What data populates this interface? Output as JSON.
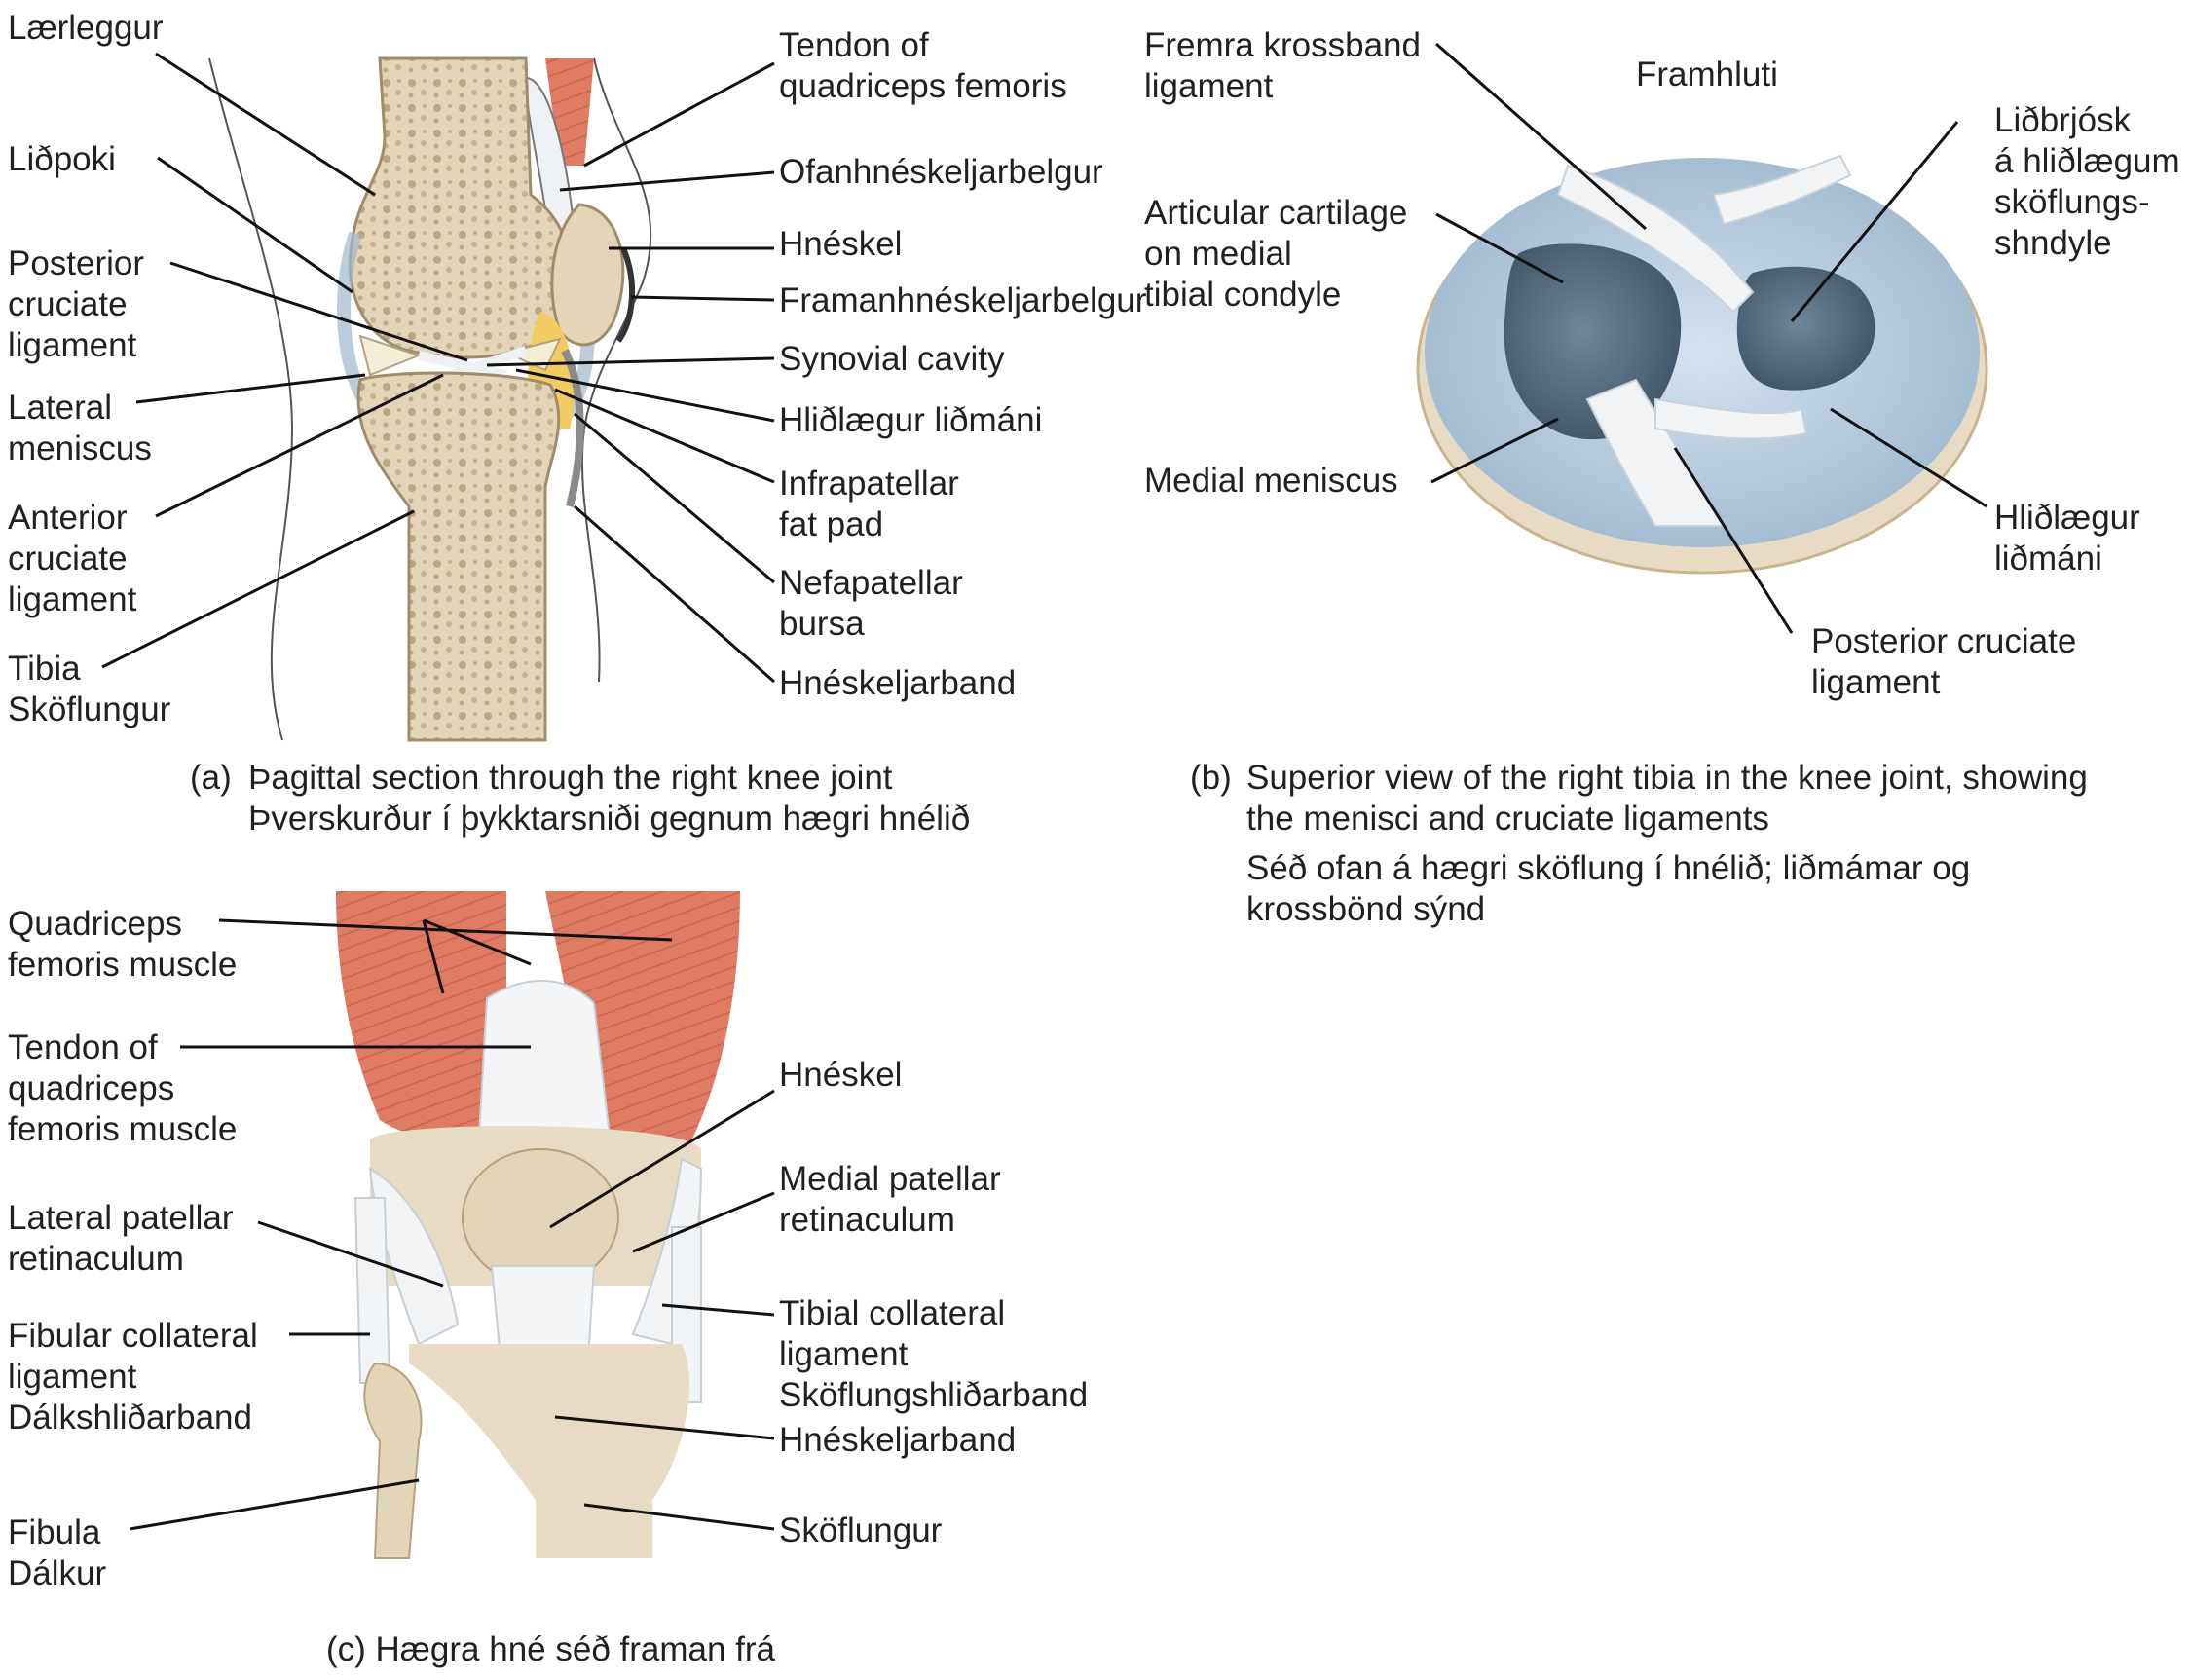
{
  "colors": {
    "bone": "#e8dcc3",
    "bone_dark": "#c9b48e",
    "marrow": "#a4957c",
    "cartilage": "#c8d8e8",
    "muscle": "#e07b63",
    "muscle_light": "#f2a58f",
    "tendon": "#f4f6f8",
    "fat": "#f2cc62",
    "skin_line": "#555555",
    "meniscus": "#b6cde0",
    "meniscus_dark": "#7f98ad"
  },
  "panel_a": {
    "labels_left": [
      {
        "lines": [
          "Lærleggur"
        ]
      },
      {
        "lines": [
          "Liðpoki"
        ]
      },
      {
        "lines": [
          "Posterior",
          "cruciate",
          "ligament"
        ]
      },
      {
        "lines": [
          "Lateral",
          "meniscus"
        ]
      },
      {
        "lines": [
          "Anterior",
          "cruciate",
          "ligament"
        ]
      },
      {
        "lines": [
          "Tibia",
          "Sköflungur"
        ]
      }
    ],
    "labels_right": [
      {
        "lines": [
          "Tendon of",
          "quadriceps femoris"
        ]
      },
      {
        "lines": [
          "Ofanhnéskeljarbelgur"
        ]
      },
      {
        "lines": [
          "Hnéskel"
        ]
      },
      {
        "lines": [
          "Framanhnéskeljarbelgur"
        ]
      },
      {
        "lines": [
          "Synovial cavity"
        ]
      },
      {
        "lines": [
          "Hliðlægur liðmáni"
        ]
      },
      {
        "lines": [
          "Infrapatellar",
          "fat pad"
        ]
      },
      {
        "lines": [
          "Nefapatellar",
          "bursa"
        ]
      },
      {
        "lines": [
          "Hnéskeljarband"
        ]
      }
    ],
    "caption_prefix": "(a)",
    "caption_lines": [
      "Þagittal section through the right knee joint",
      "Þverskurður í þykktarsniði gegnum hægri hnélið"
    ]
  },
  "panel_b": {
    "top_label": "Framhluti",
    "labels": [
      {
        "lines": [
          "Fremra krossband",
          "ligament"
        ]
      },
      {
        "lines": [
          "Articular cartilage",
          "on medial",
          "tibial condyle"
        ]
      },
      {
        "lines": [
          "Medial meniscus"
        ]
      },
      {
        "lines": [
          "Liðbrjósk",
          "á hliðlægum",
          "sköflungs-",
          "shndyle"
        ]
      },
      {
        "lines": [
          "Hliðlægur",
          "liðmáni"
        ]
      },
      {
        "lines": [
          "Posterior cruciate",
          "ligament"
        ]
      }
    ],
    "caption_prefix": "(b)",
    "caption_lines": [
      "Superior view of the right tibia in the knee joint, showing",
      "the menisci and cruciate ligaments"
    ],
    "caption_lines_2": [
      "Séð ofan á hægri sköflung í hnélið; liðmámar og",
      "krossbönd sýnd"
    ]
  },
  "panel_c": {
    "labels_left": [
      {
        "lines": [
          "Quadriceps",
          "femoris muscle"
        ]
      },
      {
        "lines": [
          "Tendon of",
          "quadriceps",
          "femoris muscle"
        ]
      },
      {
        "lines": [
          "Lateral patellar",
          "retinaculum"
        ]
      },
      {
        "lines": [
          "Fibular collateral",
          "ligament",
          "Dálkshliðarband"
        ]
      },
      {
        "lines": [
          "Fibula",
          "Dálkur"
        ]
      }
    ],
    "labels_right": [
      {
        "lines": [
          "Hnéskel"
        ]
      },
      {
        "lines": [
          "Medial patellar",
          "retinaculum"
        ]
      },
      {
        "lines": [
          "Tibial collateral",
          "ligament",
          "Sköflungshliðarband"
        ]
      },
      {
        "lines": [
          "Hnéskeljarband"
        ]
      },
      {
        "lines": [
          "Sköflungur"
        ]
      }
    ],
    "caption": "(c) Hægra hné séð framan frá"
  }
}
